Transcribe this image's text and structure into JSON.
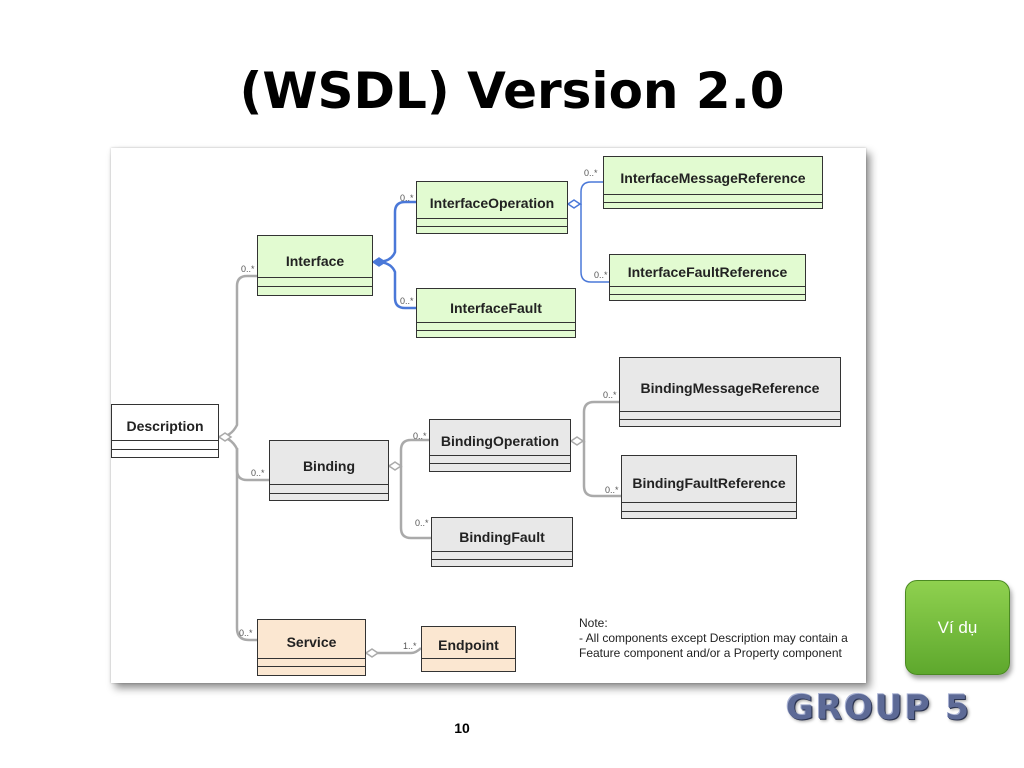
{
  "slide": {
    "title": "(WSDL) Version 2.0",
    "page_number": "10",
    "button_label": "Ví dụ",
    "logo_text": "GROUP 5"
  },
  "diagram": {
    "colors": {
      "interface": "#e2fbd1",
      "binding": "#e8e8e8",
      "description": "#ffffff",
      "service": "#fbe7d1",
      "interface_link": "#4a78d8",
      "other_link": "#aaaaaa"
    },
    "boxes": {
      "description": "Description",
      "interface": "Interface",
      "interface_operation": "InterfaceOperation",
      "interface_fault": "InterfaceFault",
      "interface_message_reference": "InterfaceMessageReference",
      "interface_fault_reference": "InterfaceFaultReference",
      "binding": "Binding",
      "binding_operation": "BindingOperation",
      "binding_fault": "BindingFault",
      "binding_message_reference": "BindingMessageReference",
      "binding_fault_reference": "BindingFaultReference",
      "service": "Service",
      "endpoint": "Endpoint"
    },
    "multiplicity": {
      "many": "0..*",
      "one_or_more": "1..*"
    },
    "note": {
      "heading": "Note:",
      "line1": "- All components except Description may contain a",
      "line2": "Feature component and/or a Property component"
    }
  }
}
